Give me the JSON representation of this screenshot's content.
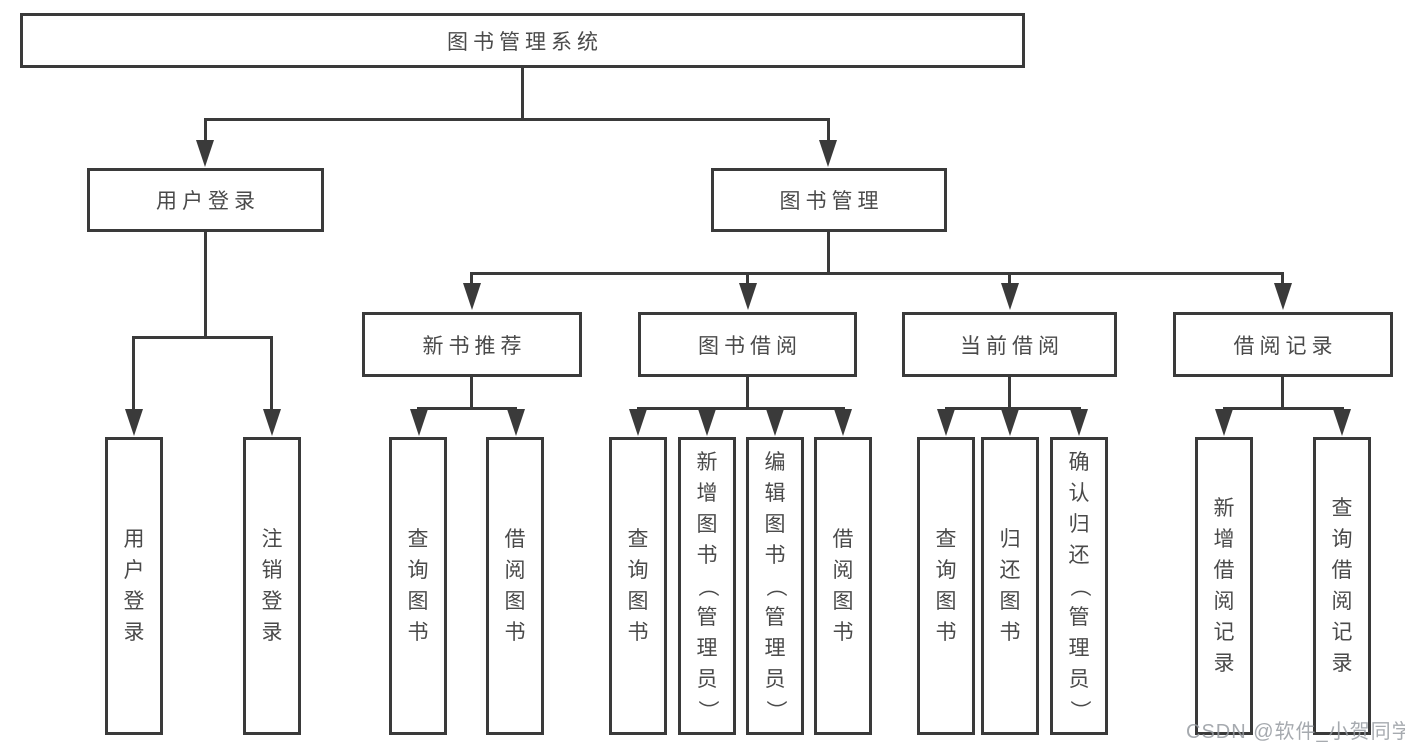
{
  "tree": {
    "label": "图书管理系统",
    "children": [
      {
        "label": "用户登录",
        "children": [
          {
            "label": "用户登录"
          },
          {
            "label": "注销登录"
          }
        ]
      },
      {
        "label": "图书管理",
        "children": [
          {
            "label": "新书推荐",
            "children": [
              {
                "label": "查询图书"
              },
              {
                "label": "借阅图书"
              }
            ]
          },
          {
            "label": "图书借阅",
            "children": [
              {
                "label": "查询图书"
              },
              {
                "label": "新增图书（管理员）"
              },
              {
                "label": "编辑图书（管理员）"
              },
              {
                "label": "借阅图书"
              }
            ]
          },
          {
            "label": "当前借阅",
            "children": [
              {
                "label": "查询图书"
              },
              {
                "label": "归还图书"
              },
              {
                "label": "确认归还（管理员）"
              }
            ]
          },
          {
            "label": "借阅记录",
            "children": [
              {
                "label": "新增借阅记录"
              },
              {
                "label": "查询借阅记录"
              }
            ]
          }
        ]
      }
    ]
  },
  "watermark": {
    "text": "CSDN @软件_小贺同学"
  },
  "colors": {
    "line": "#3a3a3a",
    "box_border": "#3a3a3a",
    "text": "#4a4a4a",
    "watermark": "#969ba1",
    "background": "#ffffff"
  }
}
